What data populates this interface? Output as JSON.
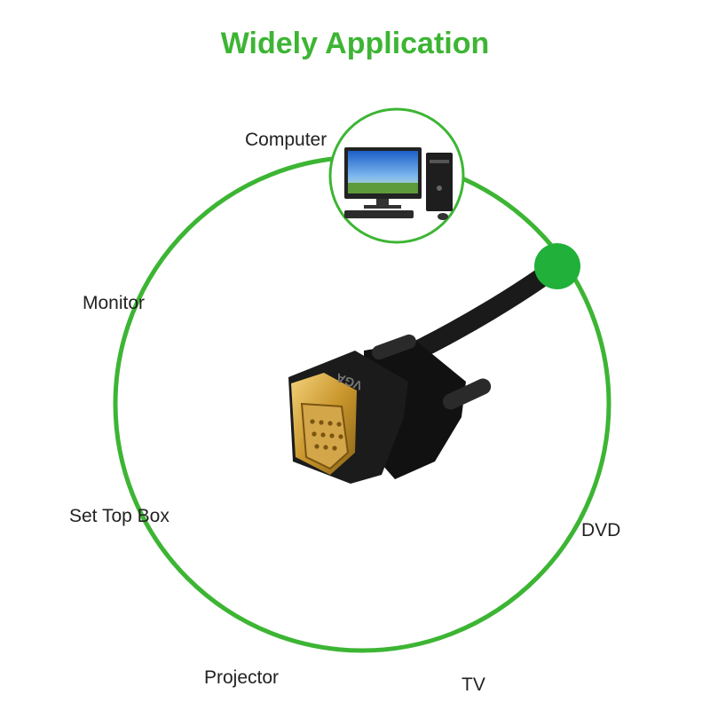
{
  "title": "Widely Application",
  "accent_color": "#3db534",
  "cable_label": "VGA",
  "devices": [
    {
      "id": "computer",
      "label": "Computer",
      "icon": "computer-icon"
    },
    {
      "id": "monitor",
      "label": "Monitor",
      "icon": "monitor-icon"
    },
    {
      "id": "set-top-box",
      "label": "Set Top Box",
      "icon": "set-top-box-icon"
    },
    {
      "id": "projector",
      "label": "Projector",
      "icon": "projector-icon"
    },
    {
      "id": "tv",
      "label": "TV",
      "icon": "tv-icon"
    },
    {
      "id": "dvd",
      "label": "DVD",
      "icon": "dvd-icon"
    }
  ]
}
